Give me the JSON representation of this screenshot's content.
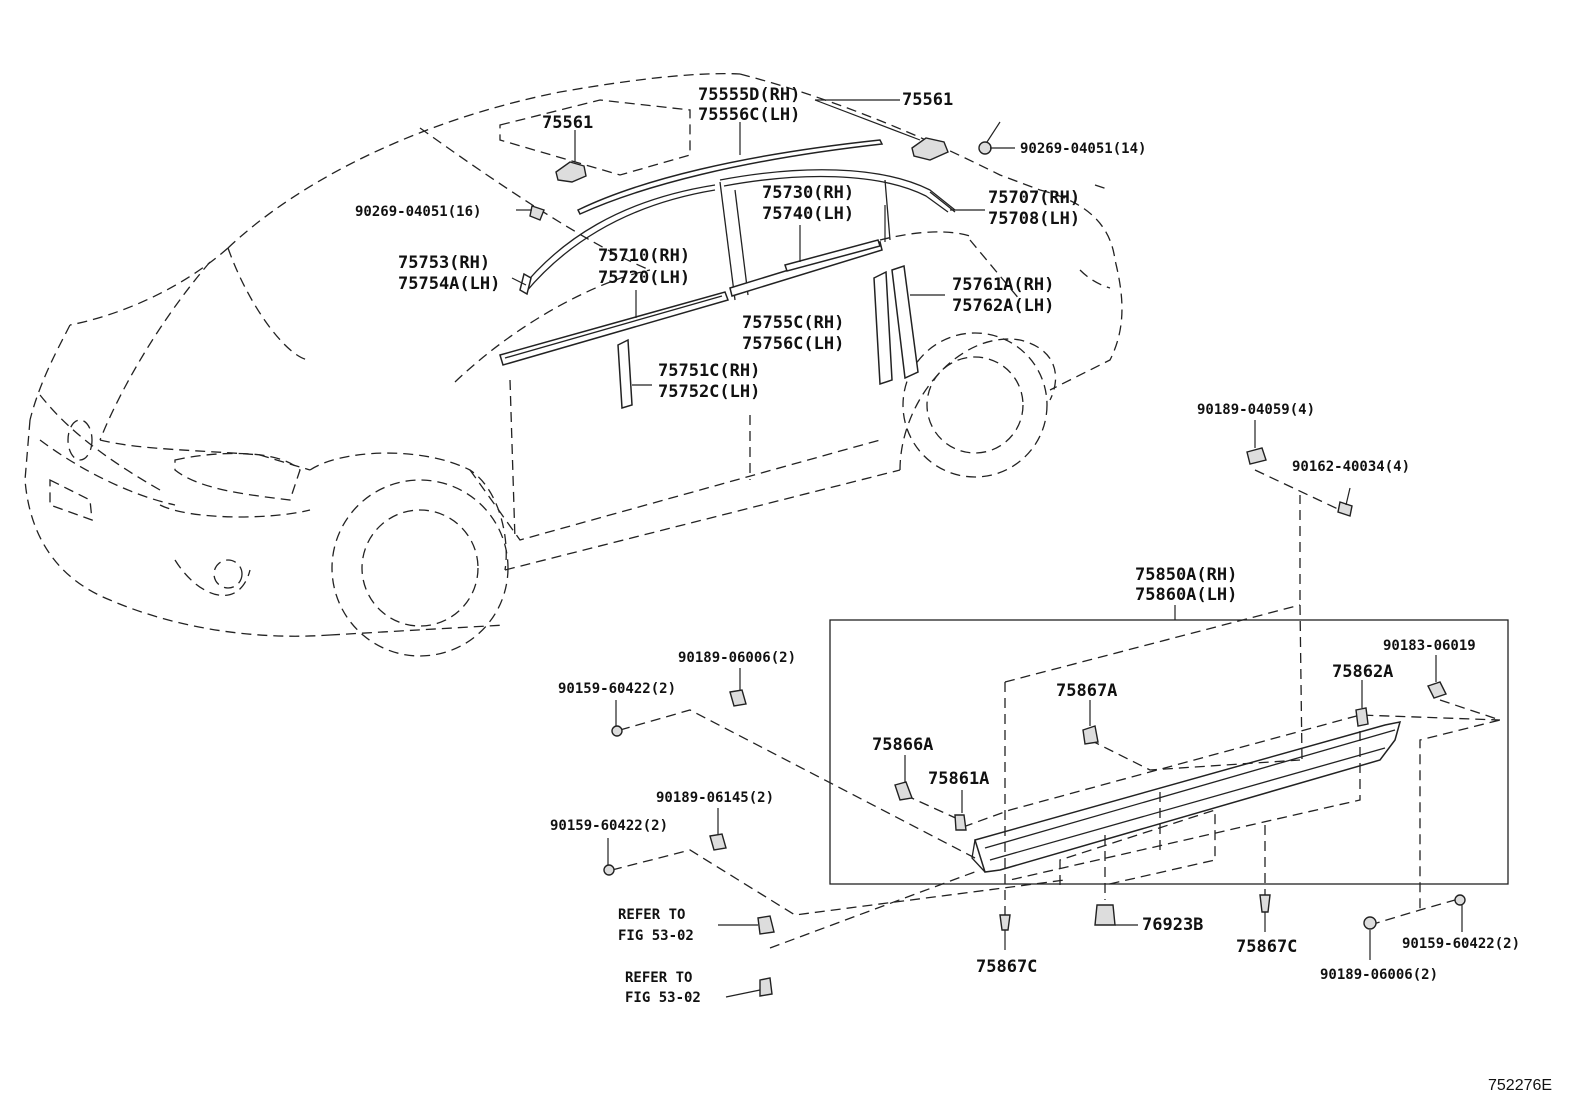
{
  "diagram_id": "752276E",
  "labels": {
    "l75555D": "75555D(RH)",
    "l75556C": "75556C(LH)",
    "l75561a": "75561",
    "l75561b": "75561",
    "l9026914": "90269-04051(14)",
    "l9026916": "90269-04051(16)",
    "l75730": "75730(RH)",
    "l75740": "75740(LH)",
    "l75707": "75707(RH)",
    "l75708": "75708(LH)",
    "l75753": "75753(RH)",
    "l75754A": "75754A(LH)",
    "l75710": "75710(RH)",
    "l75720": "75720(LH)",
    "l75761A": "75761A(RH)",
    "l75762A": "75762A(LH)",
    "l75755C": "75755C(RH)",
    "l75756C": "75756C(LH)",
    "l75751C": "75751C(RH)",
    "l75752C": "75752C(LH)",
    "l90189_04059": "90189-04059(4)",
    "l90162": "90162-40034(4)",
    "l75850A": "75850A(RH)",
    "l75860A": "75860A(LH)",
    "l90189_06006a": "90189-06006(2)",
    "l90159a": "90159-60422(2)",
    "l90183": "90183-06019",
    "l75862A": "75862A",
    "l75867A": "75867A",
    "l75866A": "75866A",
    "l75861A": "75861A",
    "l90189_06145": "90189-06145(2)",
    "l90159b": "90159-60422(2)",
    "lrefer1a": "REFER TO",
    "lrefer1b": "FIG 53-02",
    "lrefer2a": "REFER TO",
    "lrefer2b": "FIG 53-02",
    "l76923B": "76923B",
    "l75867Ca": "75867C",
    "l75867Cb": "75867C",
    "l90159c": "90159-60422(2)",
    "l90189_06006b": "90189-06006(2)"
  }
}
